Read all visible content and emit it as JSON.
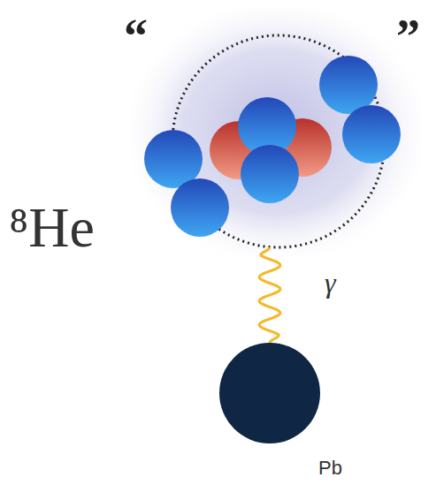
{
  "diagram": {
    "nodes": [
      {
        "text": [
          "⁸He"
        ]
      },
      {
        "text": [
          "Pb"
        ]
      }
    ],
    "edges": [
      {
        "from": 1,
        "to": 0,
        "label": "γ",
        "arrow": "none"
      }
    ],
    "labels": [
      "“",
      "”"
    ]
  }
}
